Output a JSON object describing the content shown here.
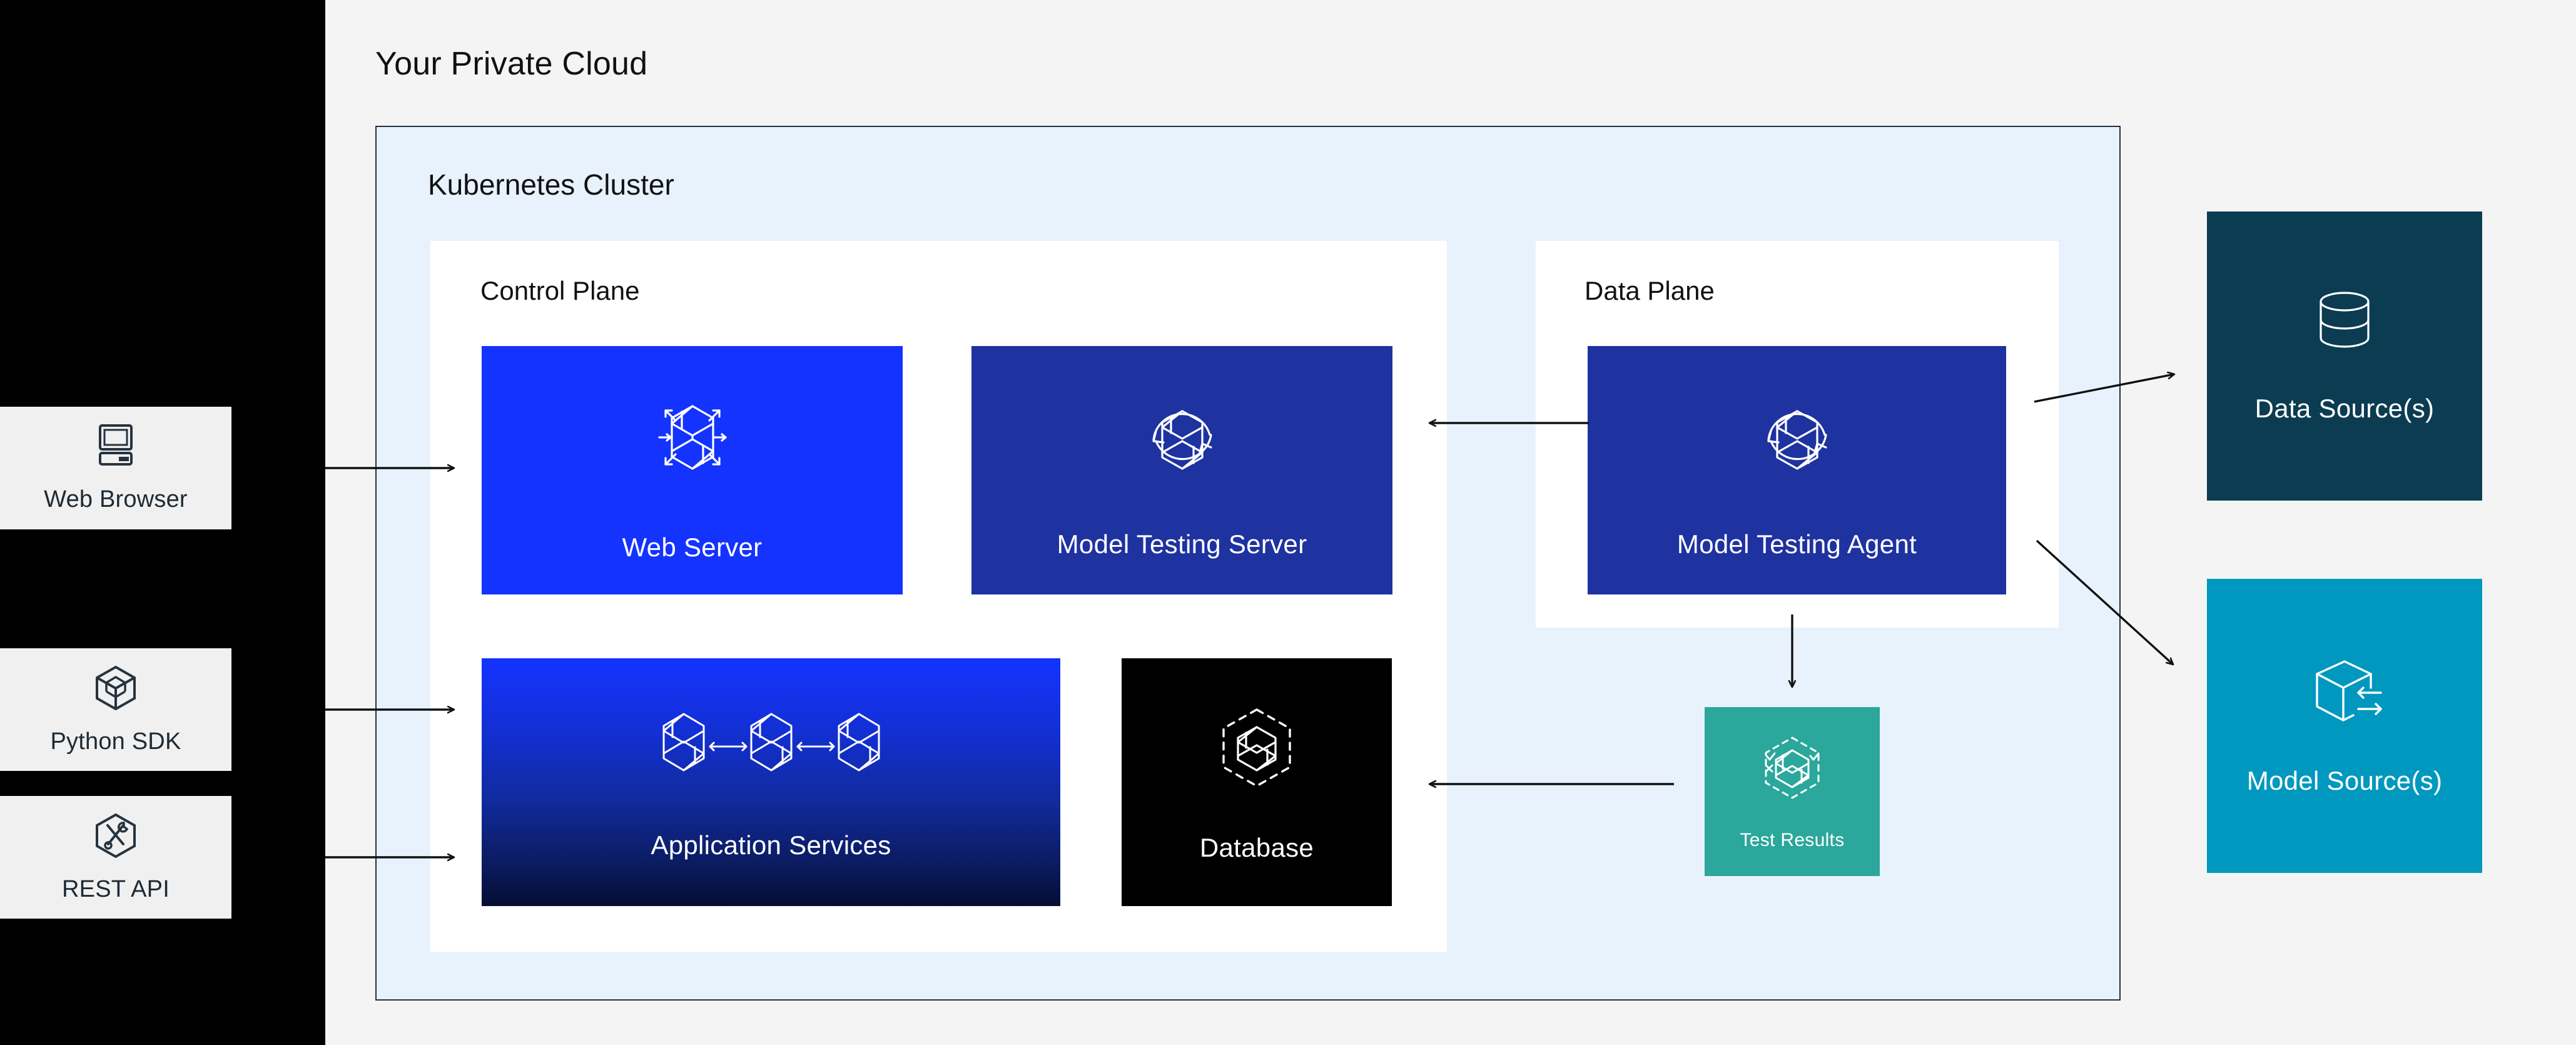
{
  "page": {
    "title": "Your Private Cloud",
    "background_color": "#f4f4f4",
    "sidebar_color": "#000000"
  },
  "clients": {
    "items": [
      {
        "label": "Web Browser",
        "icon": "monitor-icon"
      },
      {
        "label": "Python SDK",
        "icon": "cube-icon"
      },
      {
        "label": "REST API",
        "icon": "hexagon-tools-icon"
      }
    ]
  },
  "cluster": {
    "title": "Kubernetes Cluster",
    "background_color": "#e8f2fd",
    "border_color": "#23313f",
    "planes": [
      {
        "title": "Control Plane"
      },
      {
        "title": "Data Plane"
      }
    ]
  },
  "services": {
    "web_server": {
      "label": "Web Server",
      "icon": "cube-radiating-arrows-icon",
      "color": "#1433ff"
    },
    "model_testing_server": {
      "label": "Model Testing Server",
      "icon": "cube-refresh-icon",
      "color": "#1e32a0"
    },
    "application_services": {
      "label": "Application Services",
      "icon": "three-cubes-linked-icon",
      "color": "#1433ff"
    },
    "database": {
      "label": "Database",
      "icon": "dashed-hexagon-cube-icon",
      "color": "#000000"
    },
    "model_testing_agent": {
      "label": "Model Testing Agent",
      "icon": "cube-refresh-icon",
      "color": "#1e32a0"
    },
    "test_results": {
      "label": "Test Results",
      "icon": "dashed-hexagon-cube-check-icon",
      "color": "#2ba79b"
    }
  },
  "external_sources": {
    "data_sources": {
      "label": "Data Source(s)",
      "icon": "database-cylinder-icon",
      "color": "#0b3c52"
    },
    "model_sources": {
      "label": "Model Source(s)",
      "icon": "cube-exchange-icon",
      "color": "#0098be"
    }
  },
  "connections": [
    {
      "from": "Web Browser",
      "to": "Web Server",
      "direction": "right"
    },
    {
      "from": "Python SDK",
      "to": "Application Services",
      "direction": "right"
    },
    {
      "from": "REST API",
      "to": "Application Services",
      "direction": "right"
    },
    {
      "from": "Model Testing Agent",
      "to": "Model Testing Server",
      "direction": "left"
    },
    {
      "from": "Model Testing Agent",
      "to": "Test Results",
      "direction": "down"
    },
    {
      "from": "Test Results",
      "to": "Database",
      "direction": "left"
    },
    {
      "from": "Model Testing Agent",
      "to": "Data Source(s)",
      "direction": "up-right"
    },
    {
      "from": "Model Testing Agent",
      "to": "Model Source(s)",
      "direction": "down-right"
    }
  ]
}
